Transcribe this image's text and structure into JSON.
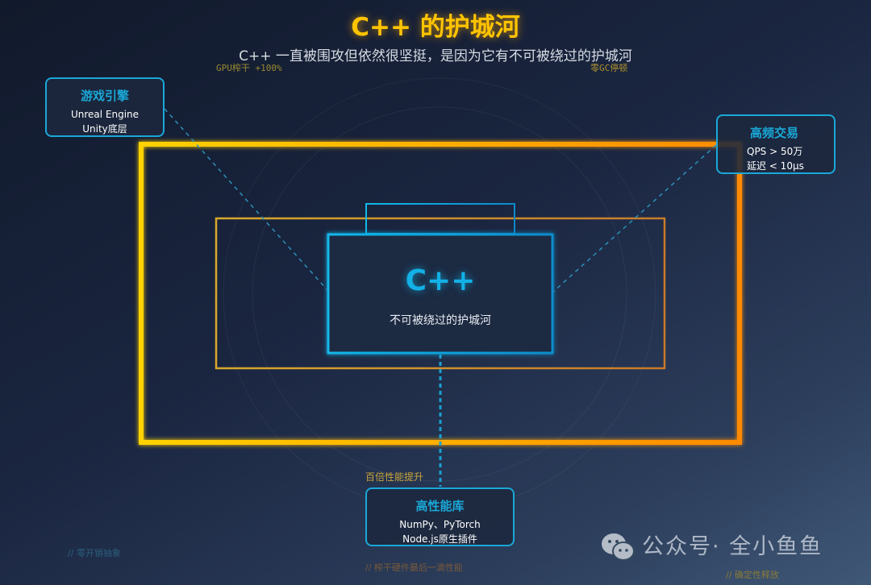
{
  "title": "C++ 的护城河",
  "subtitle": "C++ 一直被围攻但依然很坚挺，是因为它有不可被绕过的护城河",
  "labels": {
    "gpu": "GPU榨干 +100%",
    "gc": "零GC停顿",
    "perf": "百倍性能提升",
    "zero_cost": "// 零开销抽象",
    "hardware": "// 榨干硬件最后一滴性能",
    "deterministic": "// 确定性释放"
  },
  "core": {
    "name": "C++",
    "caption": "不可被绕过的护城河"
  },
  "cards": [
    {
      "title": "游戏引擎",
      "lines": [
        "Unreal Engine",
        "Unity底层"
      ]
    },
    {
      "title": "高频交易",
      "lines": [
        "QPS > 50万",
        "延迟 < 10μs"
      ]
    },
    {
      "title": "高性能库",
      "lines": [
        "NumPy、PyTorch",
        "Node.js原生插件"
      ]
    }
  ],
  "watermark": {
    "icon": "wechat-icon",
    "text": "公众号· 全小鱼鱼"
  },
  "colors": {
    "outer_start": "#ffd200",
    "outer_end": "#ff8c00",
    "core": "#10b0e6",
    "accent_gold": "#c9a53a"
  }
}
